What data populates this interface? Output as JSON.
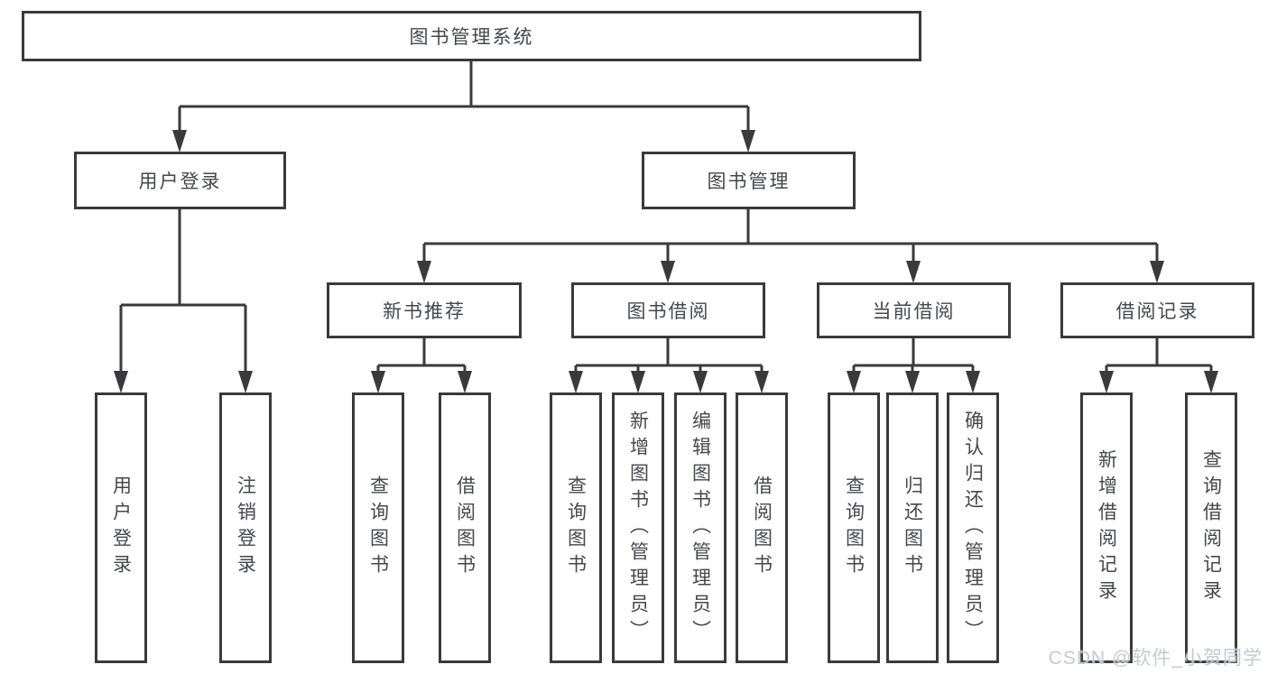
{
  "diagram": {
    "root": {
      "label": "图书管理系统"
    },
    "branches": {
      "user_login": {
        "label": "用户登录",
        "children": [
          {
            "label": "用户登录"
          },
          {
            "label": "注销登录"
          }
        ]
      },
      "book_mgmt": {
        "label": "图书管理",
        "sections": {
          "new_book": {
            "label": "新书推荐",
            "children": [
              {
                "label": "查询图书"
              },
              {
                "label": "借阅图书"
              }
            ]
          },
          "book_borrow": {
            "label": "图书借阅",
            "children": [
              {
                "label": "查询图书"
              },
              {
                "label": "新增图书（管理员）"
              },
              {
                "label": "编辑图书（管理员）"
              },
              {
                "label": "借阅图书"
              }
            ]
          },
          "current_borrow": {
            "label": "当前借阅",
            "children": [
              {
                "label": "查询图书"
              },
              {
                "label": "归还图书"
              },
              {
                "label": "确认归还（管理员）"
              }
            ]
          },
          "borrow_record": {
            "label": "借阅记录",
            "children": [
              {
                "label": "新增借阅记录"
              },
              {
                "label": "查询借阅记录"
              }
            ]
          }
        }
      }
    },
    "colors": {
      "line": "#3a3a3c",
      "text": "#45474b",
      "background": "#ffffff",
      "watermark": "#c2c6d0"
    }
  },
  "watermark": {
    "text": "CSDN @软件_小贺同学"
  }
}
